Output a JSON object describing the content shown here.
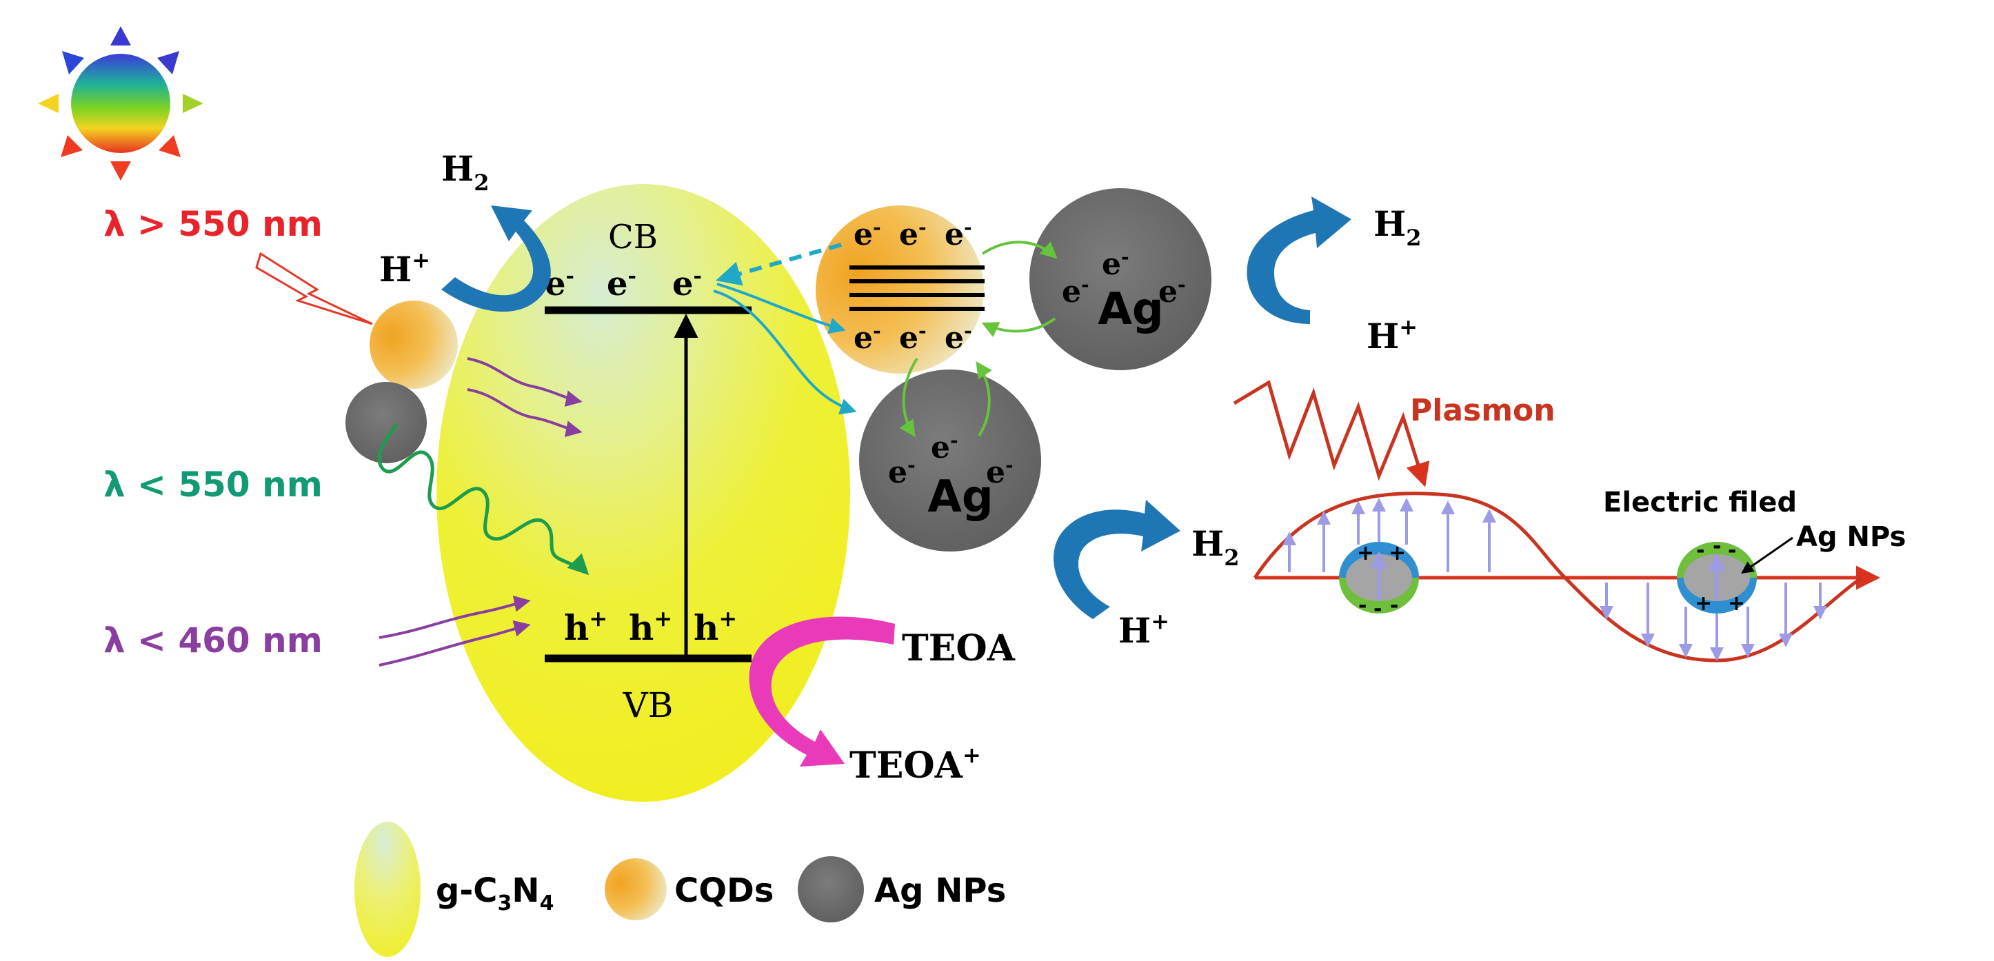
{
  "wavelengths": {
    "gt550": "λ > 550 nm",
    "lt550": "λ < 550 nm",
    "lt460": "λ < 460 nm"
  },
  "bands": {
    "cb": "CB",
    "vb": "VB",
    "electron": "e",
    "electron_sup": "-",
    "hole": "h",
    "hole_sup": "+"
  },
  "species": {
    "h2": "H",
    "h2_sub": "2",
    "hplus": "H",
    "hplus_sup": "+",
    "teoa": "TEOA",
    "teoa_plus": "TEOA",
    "teoa_plus_sup": "+"
  },
  "particles": {
    "ag": "Ag"
  },
  "plasmon": {
    "label": "Plasmon",
    "field_label": "Electric filed",
    "np_label": "Ag NPs",
    "plus": "+",
    "minus": "-"
  },
  "legend": {
    "gcn_main": "g-C",
    "gcn_sub1": "3",
    "gcn_mid": "N",
    "gcn_sub2": "4",
    "cqds": "CQDs",
    "agnps": "Ag NPs"
  },
  "colors": {
    "red_label": "#e8242a",
    "green_label": "#119a74",
    "purple_label": "#8a3fa0",
    "blue_arrow": "#1f76b4",
    "magenta_arrow": "#e83ab9",
    "wave": "#c8341f",
    "field_arrow": "#9d9ae6",
    "ag_gray": "#6b6b6b",
    "cqd_orange": "#f2a52c",
    "gcn_yellow": "#eef02a"
  }
}
